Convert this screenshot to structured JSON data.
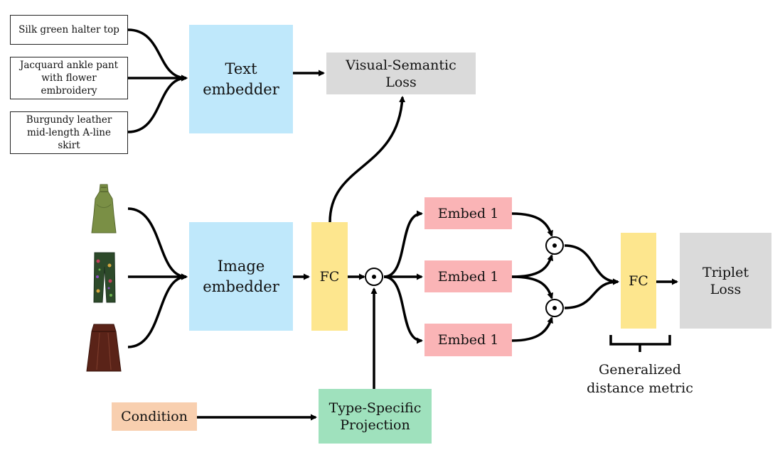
{
  "text_inputs": [
    {
      "text": "Silk green halter top"
    },
    {
      "text": "Jacquard ankle pant\nwith flower\nembroidery"
    },
    {
      "text": "Burgundy leather\nmid-length A-line\nskirt"
    }
  ],
  "image_inputs": [
    {
      "icon": "halter-top-icon",
      "color": "#7a8f45"
    },
    {
      "icon": "floral-pants-icon",
      "color": "#3f5a2a"
    },
    {
      "icon": "leather-skirt-icon",
      "color": "#5a2318"
    }
  ],
  "blocks": {
    "text_embedder": "Text\nembedder",
    "visual_semantic_loss": "Visual-Semantic\nLoss",
    "image_embedder": "Image\nembedder",
    "fc_1": "FC",
    "embed_top": "Embed 1",
    "embed_mid": "Embed 1",
    "embed_bottom": "Embed 1",
    "fc_2": "FC",
    "triplet_loss": "Triplet\nLoss",
    "condition": "Condition",
    "type_specific_projection": "Type-Specific\nProjection"
  },
  "annotations": {
    "generalized_distance_metric": "Generalized\ndistance metric"
  },
  "colors": {
    "embedder": "#bfe8fb",
    "fc": "#fde68e",
    "loss": "#dadada",
    "embed": "#fab4b6",
    "projection": "#9fe1bd",
    "condition": "#f8cfaf"
  }
}
